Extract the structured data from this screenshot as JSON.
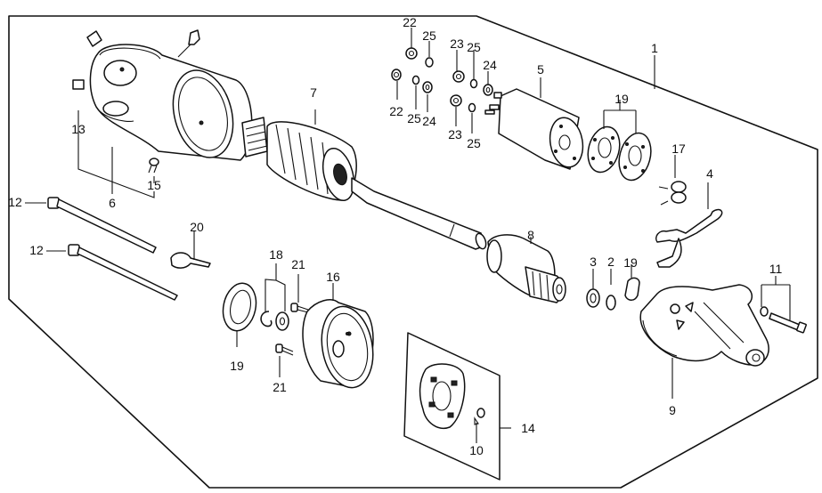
{
  "diagram": {
    "title": "Starter motor exploded parts diagram",
    "callouts": [
      {
        "id": "c1",
        "number": "1",
        "part": "starter assembly"
      },
      {
        "id": "c2",
        "number": "2",
        "part": "snap ring"
      },
      {
        "id": "c3",
        "number": "3",
        "part": "stop collar"
      },
      {
        "id": "c4",
        "number": "4",
        "part": "shift lever"
      },
      {
        "id": "c5",
        "number": "5",
        "part": "solenoid"
      },
      {
        "id": "c6",
        "number": "6",
        "part": "yoke / field coil"
      },
      {
        "id": "c7",
        "number": "7",
        "part": "armature"
      },
      {
        "id": "c8",
        "number": "8",
        "part": "overrunning clutch / pinion"
      },
      {
        "id": "c9",
        "number": "9",
        "part": "gear housing"
      },
      {
        "id": "c10",
        "number": "10",
        "part": "brush spring"
      },
      {
        "id": "c11",
        "number": "11",
        "part": "bolt and washer"
      },
      {
        "id": "c12a",
        "number": "12",
        "part": "through bolt"
      },
      {
        "id": "c12b",
        "number": "12",
        "part": "through bolt"
      },
      {
        "id": "c13",
        "number": "13",
        "part": "brush"
      },
      {
        "id": "c14",
        "number": "14",
        "part": "brush holder"
      },
      {
        "id": "c15",
        "number": "15",
        "part": "screw"
      },
      {
        "id": "c16",
        "number": "16",
        "part": "rear cover"
      },
      {
        "id": "c17",
        "number": "17",
        "part": "spring"
      },
      {
        "id": "c18",
        "number": "18",
        "part": "clip and washer"
      },
      {
        "id": "c19a",
        "number": "19",
        "part": "gasket set"
      },
      {
        "id": "c19b",
        "number": "19",
        "part": "seal"
      },
      {
        "id": "c19c",
        "number": "19",
        "part": "grommet"
      },
      {
        "id": "c20",
        "number": "20",
        "part": "clamp"
      },
      {
        "id": "c21a",
        "number": "21",
        "part": "screw"
      },
      {
        "id": "c21b",
        "number": "21",
        "part": "screw"
      },
      {
        "id": "c22a",
        "number": "22",
        "part": "nut"
      },
      {
        "id": "c22b",
        "number": "22",
        "part": "nut"
      },
      {
        "id": "c23a",
        "number": "23",
        "part": "nut"
      },
      {
        "id": "c23b",
        "number": "23",
        "part": "nut"
      },
      {
        "id": "c24a",
        "number": "24",
        "part": "washer"
      },
      {
        "id": "c24b",
        "number": "24",
        "part": "washer"
      },
      {
        "id": "c25a",
        "number": "25",
        "part": "lock washer"
      },
      {
        "id": "c25b",
        "number": "25",
        "part": "lock washer"
      },
      {
        "id": "c25c",
        "number": "25",
        "part": "lock washer"
      },
      {
        "id": "c25d",
        "number": "25",
        "part": "lock washer"
      }
    ]
  }
}
